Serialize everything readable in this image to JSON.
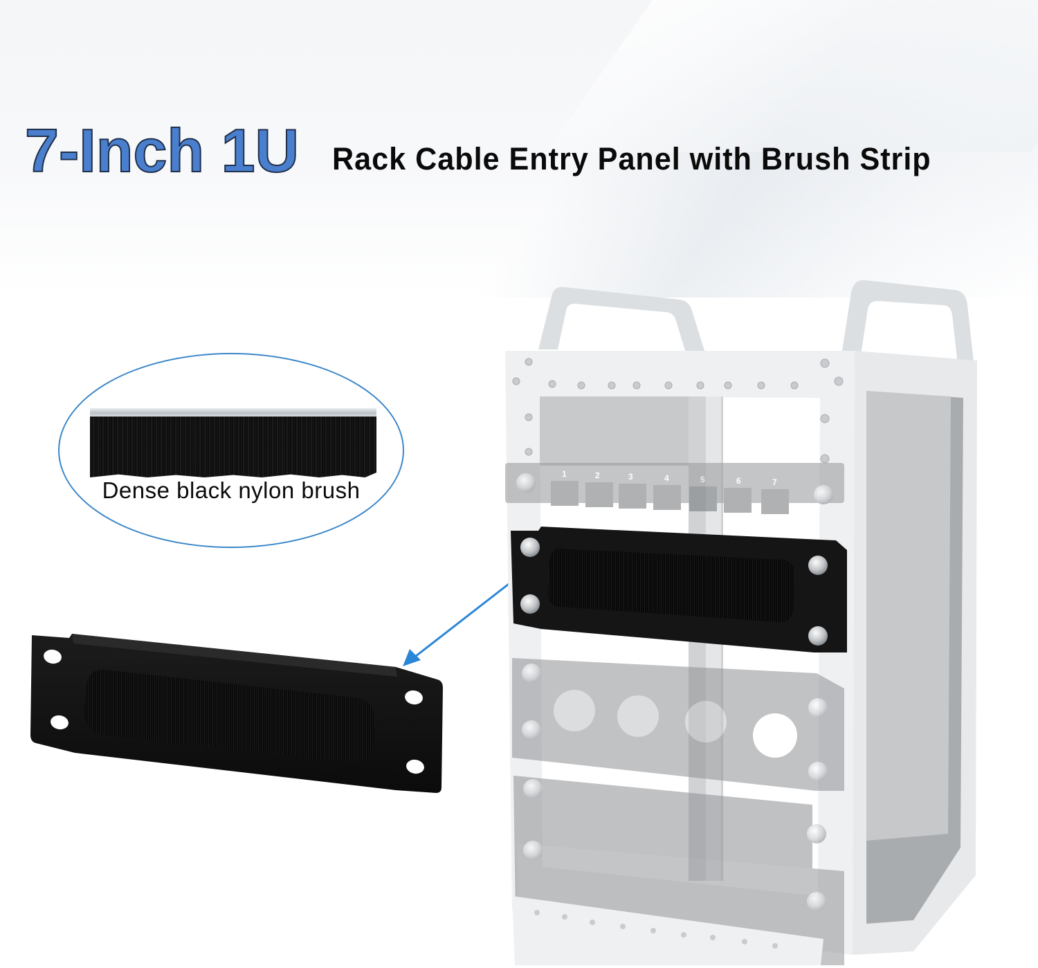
{
  "header": {
    "title_main": "7-Inch 1U",
    "title_sub": "Rack Cable Entry Panel with Brush Strip"
  },
  "callout": {
    "caption": "Dense black nylon brush",
    "border_color": "#3b86c9"
  },
  "rack": {
    "patch_panel_port_labels": [
      "1",
      "2",
      "3",
      "4",
      "5",
      "6",
      "7"
    ],
    "highlighted_panel": "brush-strip-panel"
  },
  "colors": {
    "title_blue": "#4a7fce",
    "title_outline": "#1f2f4a",
    "arrow_blue": "#2a86d6",
    "panel_black": "#121212",
    "rack_silver": "#eceff1",
    "rack_gray": "#b4b6b9"
  }
}
